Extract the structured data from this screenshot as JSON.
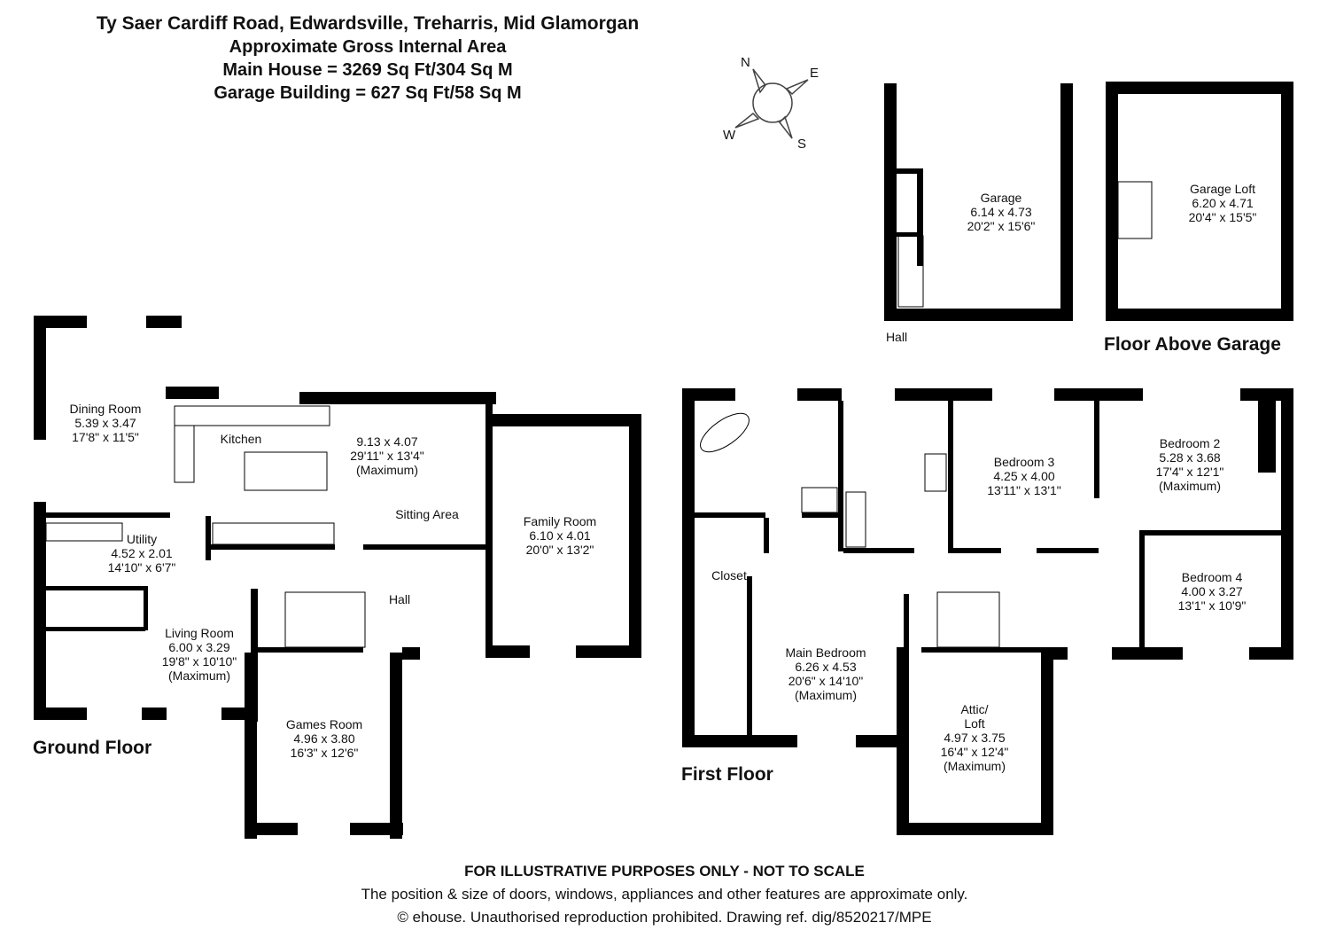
{
  "header": {
    "title": "Ty Saer Cardiff Road, Edwardsville, Treharris, Mid Glamorgan",
    "subtitle": "Approximate Gross Internal Area",
    "main_house": "Main House = 3269 Sq Ft/304 Sq M",
    "garage_building": "Garage Building = 627 Sq Ft/58 Sq M"
  },
  "compass": {
    "n": "N",
    "e": "E",
    "s": "S",
    "w": "W"
  },
  "floors": {
    "ground": "Ground Floor",
    "first": "First Floor",
    "garage": "Floor Above Garage"
  },
  "rooms": {
    "dining": {
      "name": "Dining Room",
      "metric": "5.39 x 3.47",
      "imperial": "17'8\" x 11'5\""
    },
    "kitchen": {
      "name": "Kitchen"
    },
    "kitchen_dims": {
      "metric": "9.13 x 4.07",
      "imperial": "29'11\" x 13'4\"",
      "note": "(Maximum)"
    },
    "sitting": {
      "name": "Sitting Area"
    },
    "utility": {
      "name": "Utility",
      "metric": "4.52 x 2.01",
      "imperial": "14'10\" x 6'7\""
    },
    "family": {
      "name": "Family Room",
      "metric": "6.10 x 4.01",
      "imperial": "20'0\" x 13'2\""
    },
    "hall": {
      "name": "Hall"
    },
    "living": {
      "name": "Living Room",
      "metric": "6.00 x 3.29",
      "imperial": "19'8\" x 10'10\"",
      "note": "(Maximum)"
    },
    "games": {
      "name": "Games Room",
      "metric": "4.96 x 3.80",
      "imperial": "16'3\" x 12'6\""
    },
    "bedroom3": {
      "name": "Bedroom 3",
      "metric": "4.25 x 4.00",
      "imperial": "13'11\" x 13'1\""
    },
    "bedroom2": {
      "name": "Bedroom 2",
      "metric": "5.28 x 3.68",
      "imperial": "17'4\" x 12'1\"",
      "note": "(Maximum)"
    },
    "bedroom4": {
      "name": "Bedroom 4",
      "metric": "4.00 x 3.27",
      "imperial": "13'1\" x 10'9\""
    },
    "closet": {
      "name": "Closet"
    },
    "main_bedroom": {
      "name": "Main Bedroom",
      "metric": "6.26 x 4.53",
      "imperial": "20'6\" x 14'10\"",
      "note": "(Maximum)"
    },
    "attic": {
      "name": "Attic/",
      "name2": "Loft",
      "metric": "4.97 x 3.75",
      "imperial": "16'4\" x 12'4\"",
      "note": "(Maximum)"
    },
    "garage": {
      "name": "Garage",
      "metric": "6.14 x 4.73",
      "imperial": "20'2\" x 15'6\""
    },
    "garage_hall": {
      "name": "Hall"
    },
    "garage_loft": {
      "name": "Garage Loft",
      "metric": "6.20 x 4.71",
      "imperial": "20'4\" x 15'5\""
    }
  },
  "footer": {
    "disclaimer": "FOR ILLUSTRATIVE PURPOSES ONLY - NOT TO SCALE",
    "note": "The position & size of doors, windows, appliances and other features are approximate only.",
    "copyright": "© ehouse. Unauthorised reproduction prohibited. Drawing ref. dig/8520217/MPE"
  }
}
